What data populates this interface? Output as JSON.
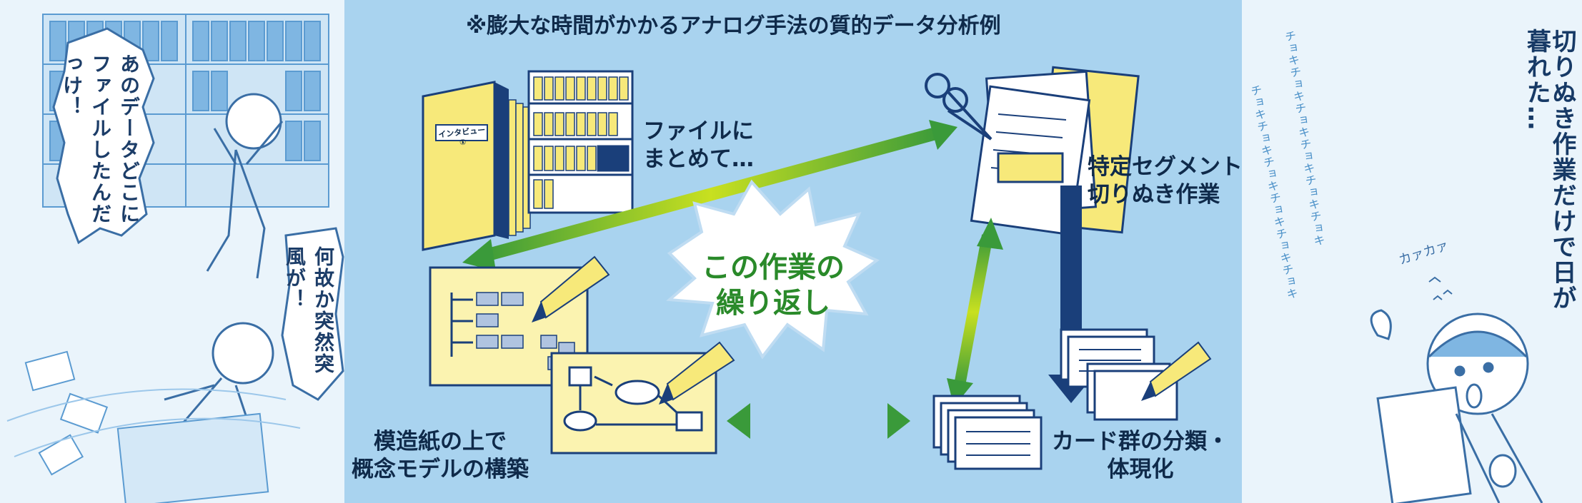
{
  "header": {
    "caption": "※膨大な時間がかかるアナログ手法の質的データ分析例"
  },
  "steps": {
    "files": "ファイルに\nまとめて…",
    "file_binder_label": "インタビュー①",
    "cutting": "特定セグメントの\n切りぬき作業",
    "cards": "カード群の分類・\n体現化",
    "model": "模造紙の上で\n概念モデルの構築"
  },
  "burst": {
    "line1": "この作業の",
    "line2": "繰り返し"
  },
  "left_comic": {
    "speech1": "あのデータどこにファイルしたんだっけ！",
    "speech2": "何故か突然突風が！"
  },
  "right_comic": {
    "narration": "切りぬき作業だけで日が暮れた…",
    "crow_sound": "カァカァ",
    "choki_col1": "チョキチョキチョキチョキチョキチョキ",
    "choki_col2": "チョキチョキチョキチョキチョキチョキ"
  },
  "colors": {
    "center_bg": "#a9d3ef",
    "side_bg": "#eaf4fb",
    "burst_text": "#2a8a2a",
    "arrow_green_start": "#3a9a3a",
    "arrow_green_end": "#c8e020",
    "arrow_navy": "#1a3f7a",
    "paper_yellow": "#fbf3b0"
  }
}
